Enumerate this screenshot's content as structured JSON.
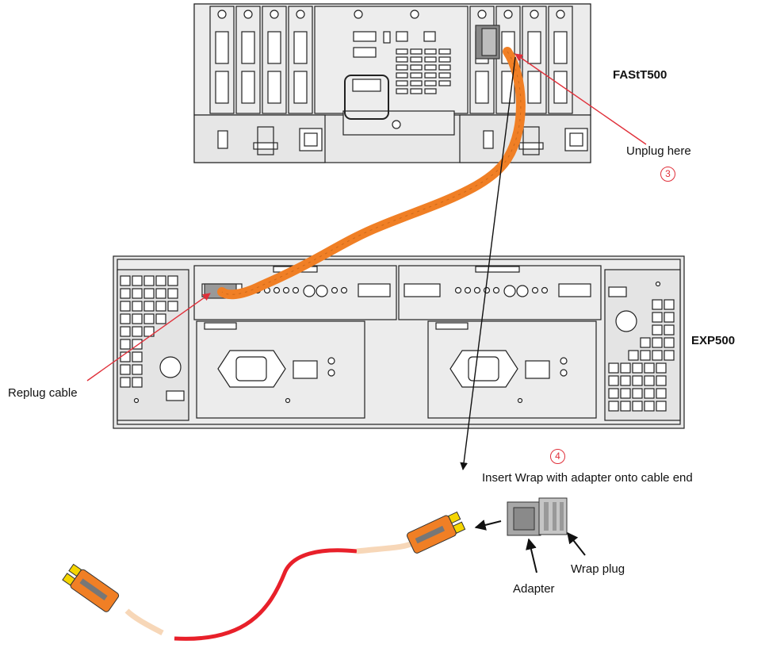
{
  "devices": {
    "controller_label": "FAStT500",
    "expansion_label": "EXP500"
  },
  "steps": [
    {
      "number": "3",
      "text": "Unplug here"
    },
    {
      "number": "4",
      "text": "Insert Wrap with adapter onto cable end"
    }
  ],
  "labels": {
    "replug": "Replug cable",
    "adapter": "Adapter",
    "wrap_plug": "Wrap plug"
  },
  "colors": {
    "cable": "#f07f25",
    "callout": "#e0303a",
    "fiber_cable": "#e8202a",
    "connector_yellow": "#f5d500",
    "chassis_gray": "#e8e8e8"
  }
}
